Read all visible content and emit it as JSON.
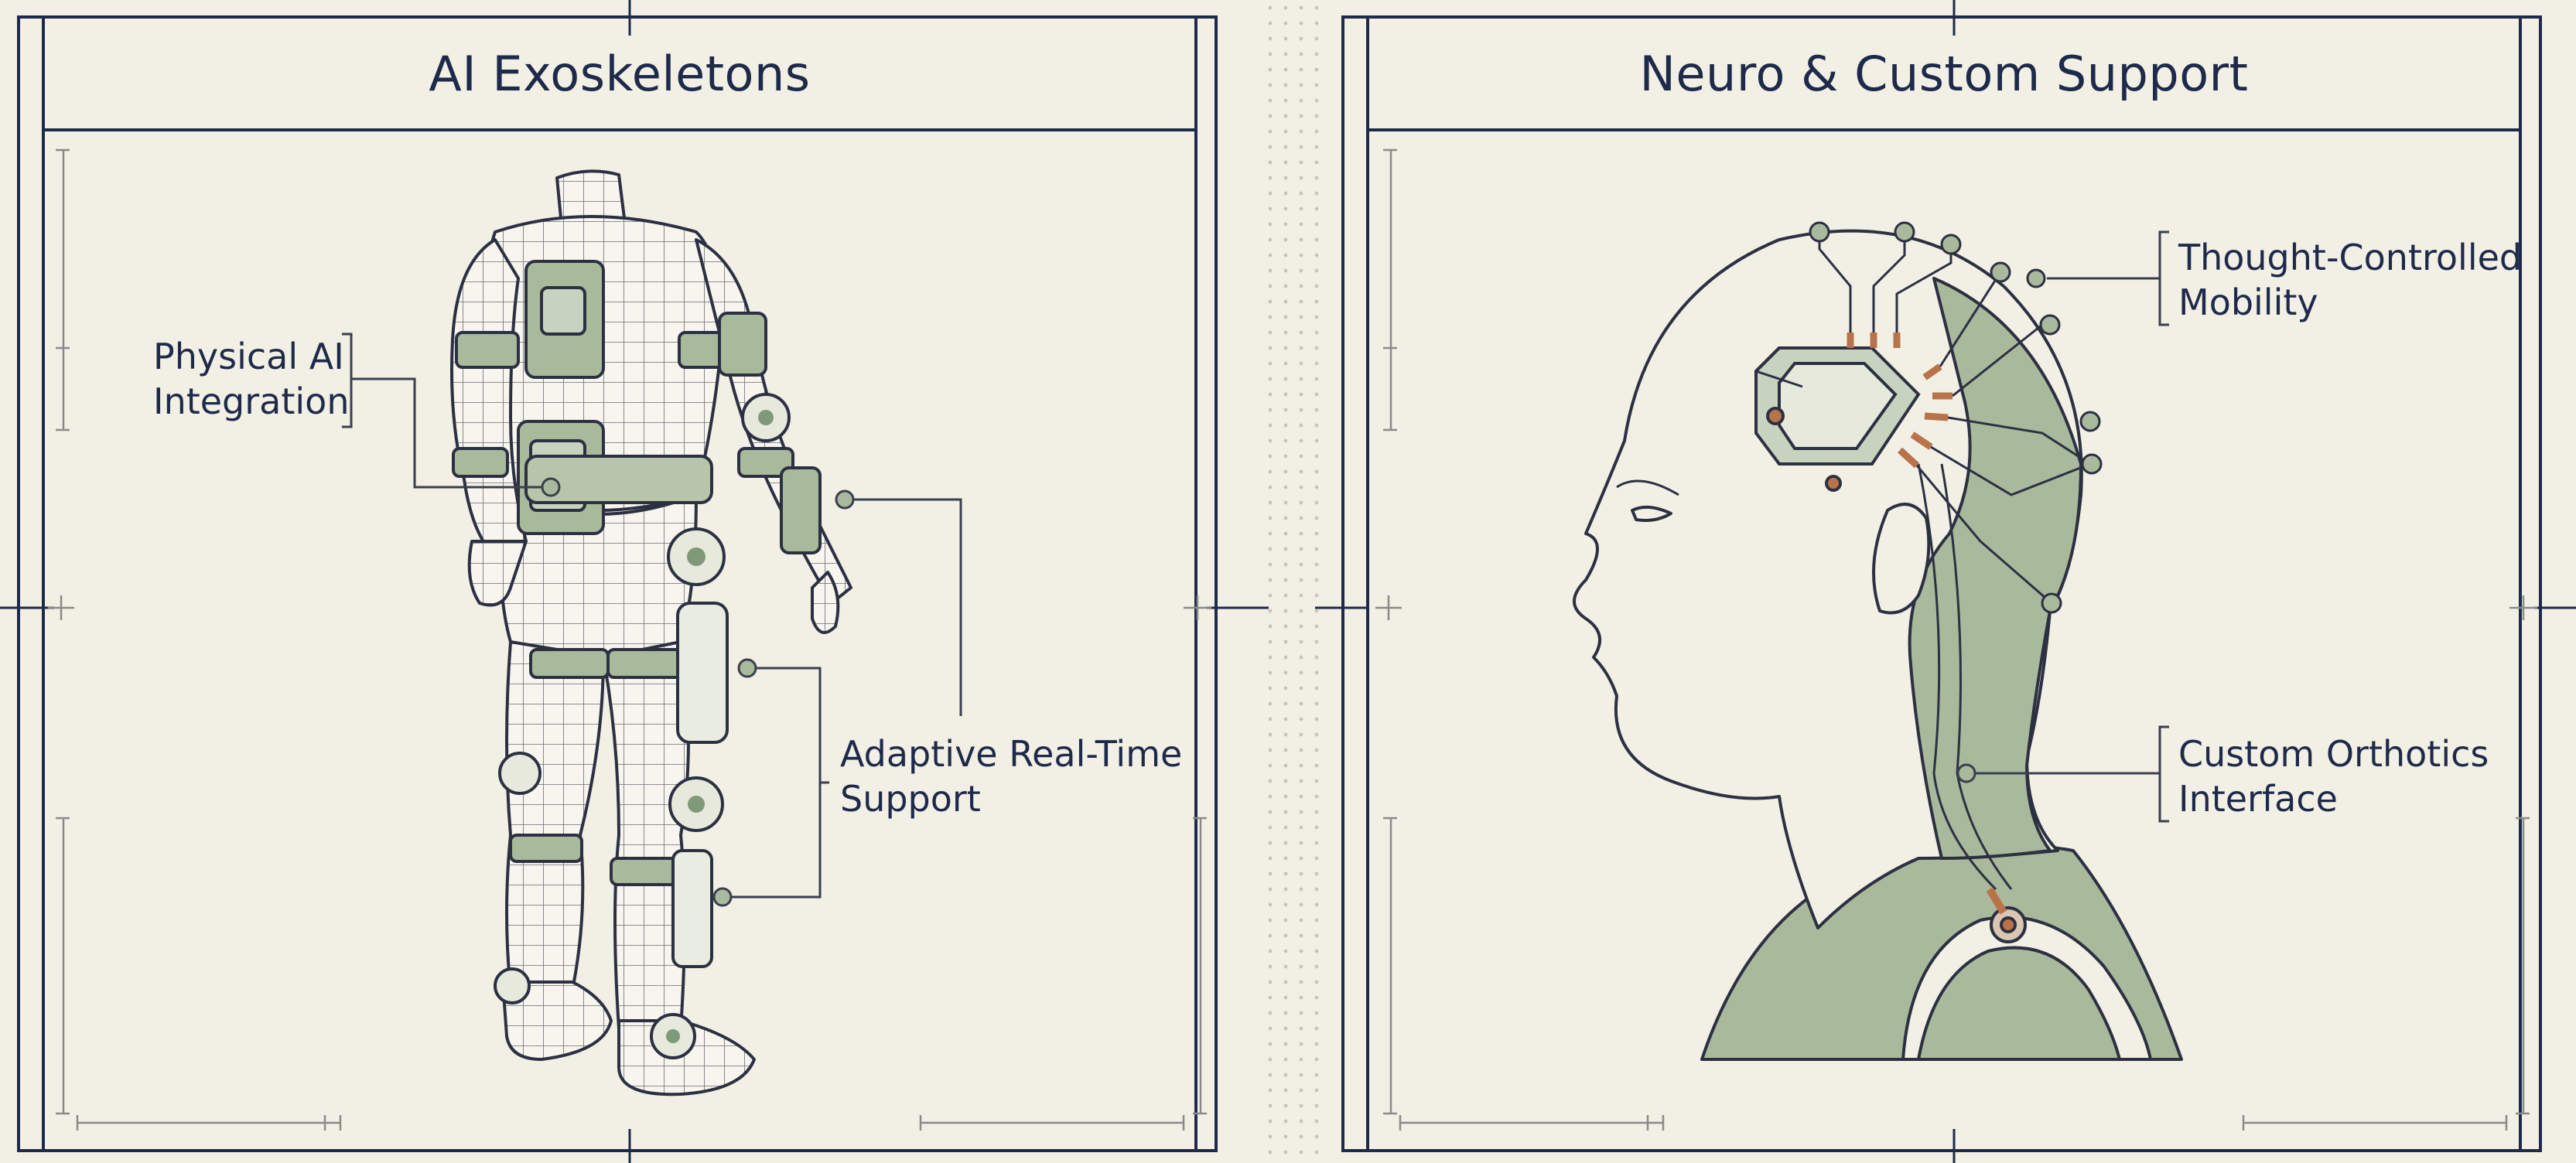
{
  "panels": {
    "left": {
      "title": "AI Exoskeletons",
      "labels": {
        "physical_ai": "Physical AI\nIntegration",
        "adaptive": "Adaptive Real-Time\nSupport"
      }
    },
    "right": {
      "title": "Neuro & Custom Support",
      "labels": {
        "thought": "Thought-Controlled\nMobility",
        "orthotics": "Custom Orthotics\nInterface"
      }
    }
  },
  "colors": {
    "navy": "#1e2a4a",
    "paper": "#f2efe5",
    "sage": "#a9b99c",
    "sage_dark": "#7f9a78",
    "copper": "#b9734a",
    "line": "#3a3f4e"
  }
}
